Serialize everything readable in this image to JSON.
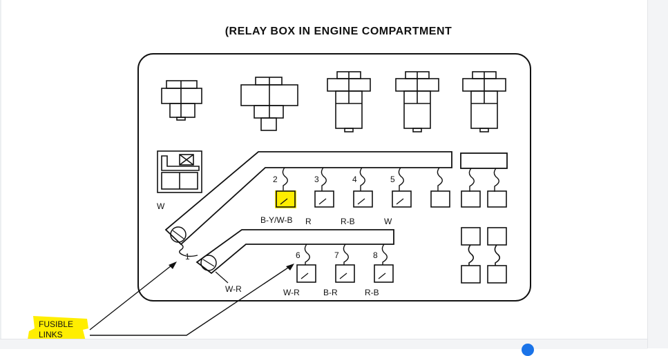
{
  "title": "(RELAY BOX IN ENGINE COMPARTMENT",
  "fuse_numbers": [
    "1",
    "2",
    "3",
    "4",
    "5",
    "6",
    "7",
    "8"
  ],
  "wire_colors": {
    "w_left": "W",
    "f2": "B-Y/W-B",
    "f3": "R",
    "f4": "R-B",
    "f5": "W",
    "w_r_lower": "W-R",
    "f6": "W-R",
    "f7": "B-R",
    "f8": "R-B"
  },
  "callout": {
    "line1": "FUSIBLE",
    "line2": "LINKS"
  },
  "colors": {
    "highlight": "#ffee00",
    "ink": "#111111",
    "accent_dot": "#1a73e8"
  }
}
